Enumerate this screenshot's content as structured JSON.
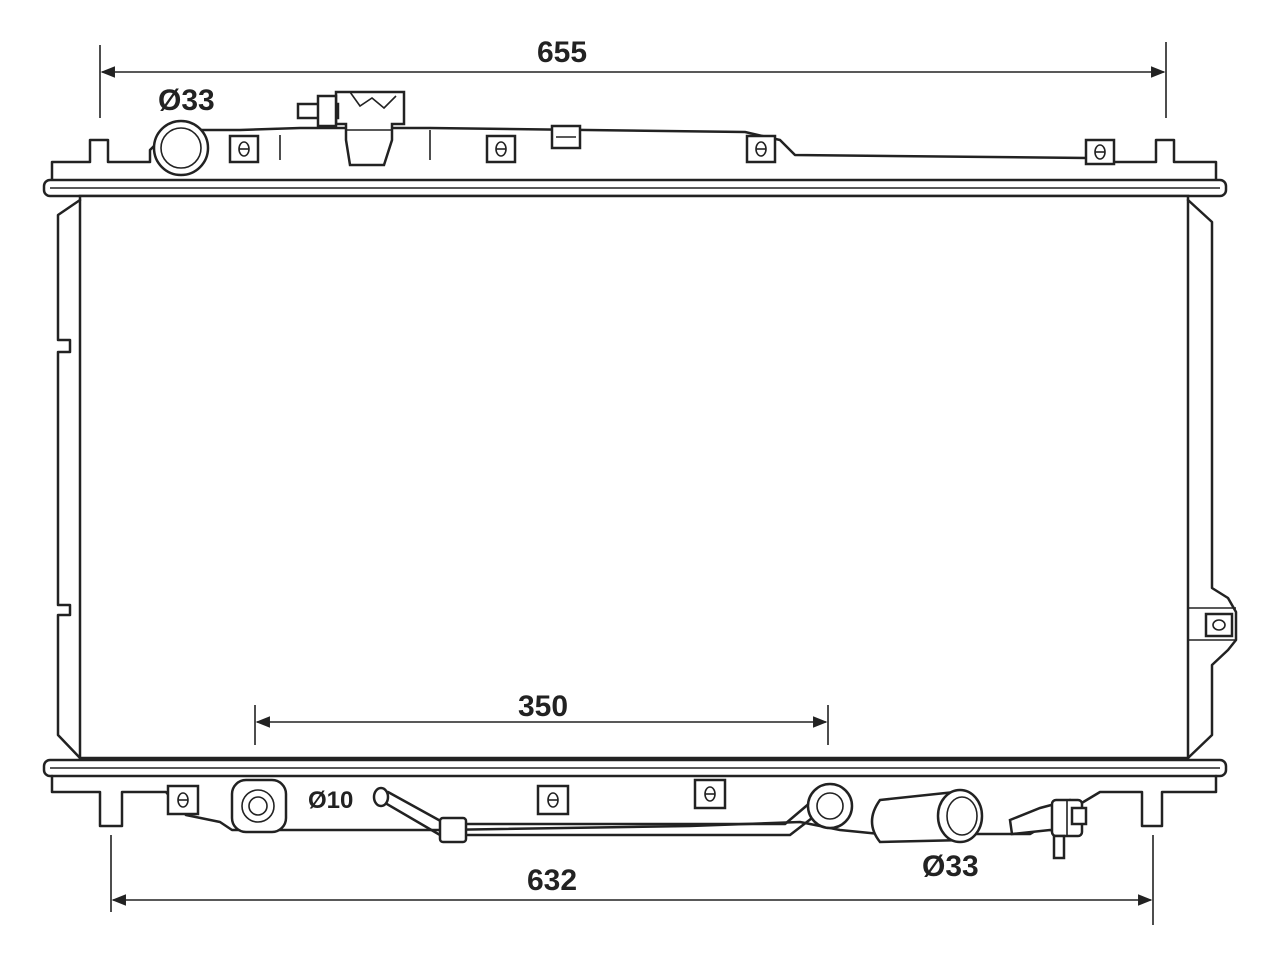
{
  "dimensions": {
    "overall_width": "655",
    "bottom_width": "632",
    "outlet_spacing": "350",
    "top_inlet_diameter": "Ø33",
    "bottom_outlet_diameter": "Ø33",
    "small_pipe_diameter": "Ø10"
  },
  "colors": {
    "line": "#222222",
    "background": "#ffffff"
  }
}
